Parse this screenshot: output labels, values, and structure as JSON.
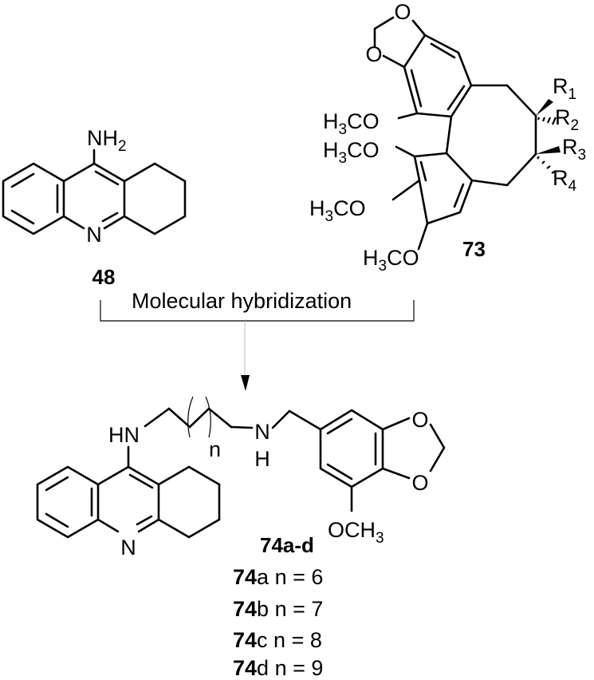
{
  "structures": {
    "tacrine": {
      "compound_id": "48",
      "amine_group": "NH",
      "amine_subscript": "2",
      "ring_nitrogen": "N"
    },
    "lignan": {
      "compound_id": "73",
      "ring_oxygen": "O",
      "methoxy_label": "H",
      "methoxy_subscript": "3",
      "methoxy_tail": "CO",
      "r_symbol": "R",
      "r_subscripts": [
        "1",
        "2",
        "3",
        "4"
      ]
    },
    "hybrid": {
      "compound_id": "74a-d",
      "left_amine": "HN",
      "right_amine_n": "N",
      "right_amine_h": "H",
      "chain_index": "n",
      "ring_nitrogen": "N",
      "ring_oxygen": "O",
      "methoxy_head": "OCH",
      "methoxy_subscript": "3"
    }
  },
  "process_label": "Molecular hybridization",
  "series": [
    {
      "id": "74",
      "suffix": "a",
      "formula": " n = 6"
    },
    {
      "id": "74",
      "suffix": "b",
      "formula": " n = 7"
    },
    {
      "id": "74",
      "suffix": "c",
      "formula": " n = 8"
    },
    {
      "id": "74",
      "suffix": "d",
      "formula": " n = 9"
    }
  ]
}
